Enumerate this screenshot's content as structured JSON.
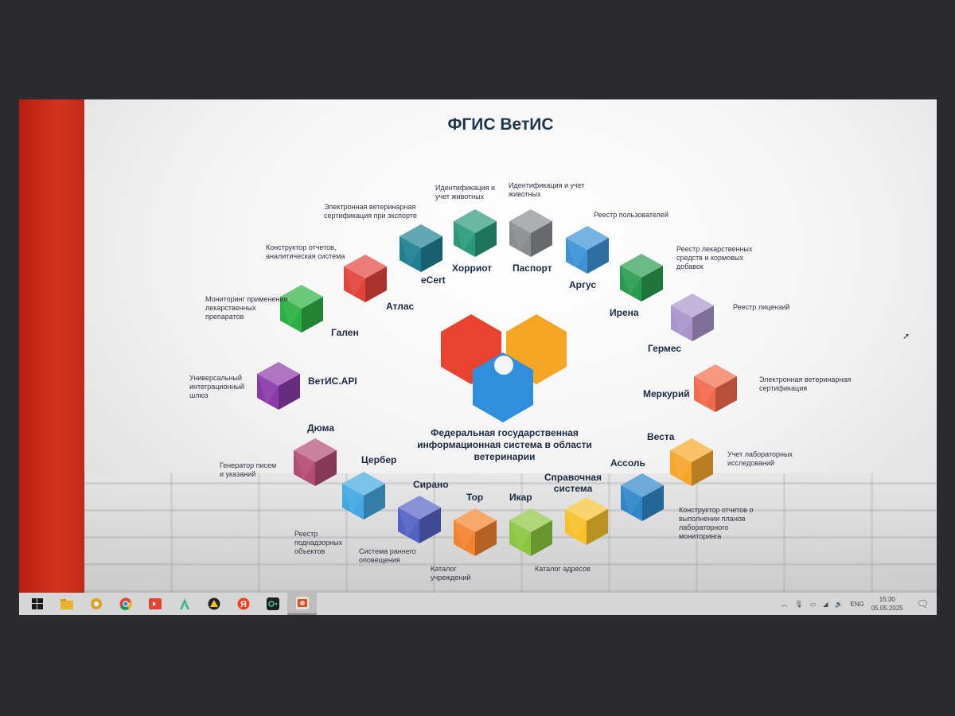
{
  "slide": {
    "title": "ФГИС ВетИС",
    "center_text": "Федеральная государственная информационная система в области ветеринарии",
    "modules": [
      {
        "name": "eCert",
        "desc": "Электронная ветеринарная\nсертификация при экспорте",
        "color": "#1e7f93"
      },
      {
        "name": "Хорриот",
        "desc": "Идентификация и\nучет животных",
        "color": "#2a9a7a"
      },
      {
        "name": "Паспорт",
        "desc": "Идентификация и учет\nживотных",
        "color": "#8a8c90"
      },
      {
        "name": "Аргус",
        "desc": "Реестр пользователей",
        "color": "#3d92d6"
      },
      {
        "name": "Ирена",
        "desc": "Реестр лекарственных\nсредств и кормовых\nдобавок",
        "color": "#2a9c50"
      },
      {
        "name": "Гермес",
        "desc": "Реестр лицензий",
        "color": "#a994cc"
      },
      {
        "name": "Меркурий",
        "desc": "Электронная ветеринарная\nсертификация",
        "color": "#f26a4c"
      },
      {
        "name": "Веста",
        "desc": "Учет лабораторных\nисследований",
        "color": "#f6a62a"
      },
      {
        "name": "Ассоль",
        "desc": "Конструктор отчетов о\nвыполнении планов\nлабораторного\nмониторинга",
        "color": "#2f86c8"
      },
      {
        "name": "Справочная\nсистема",
        "desc": "Каталог адресов",
        "color": "#f7c12a"
      },
      {
        "name": "Икар",
        "desc": "",
        "color": "#8cc63f"
      },
      {
        "name": "Тор",
        "desc": "Каталог\nучреждений",
        "color": "#f2832f"
      },
      {
        "name": "Сирано",
        "desc": "Система раннего\nоповещения",
        "color": "#5262c4"
      },
      {
        "name": "Цербер",
        "desc": "Реестр\nподнадзорных\nобъектов",
        "color": "#42a8e0"
      },
      {
        "name": "Дюма",
        "desc": "Генератор писем\nи указаний",
        "color": "#b24c72"
      },
      {
        "name": "ВетИС.API",
        "desc": "Универсальный\nинтеграционный\nшлюз",
        "color": "#8a3aa8"
      },
      {
        "name": "Гален",
        "desc": "Мониторинг применения\nлекарственных\nпрепаратов",
        "color": "#2bb043"
      },
      {
        "name": "Атлас",
        "desc": "Конструктор отчетов,\nаналитическая система",
        "color": "#e2443c"
      }
    ]
  },
  "taskbar": {
    "apps": [
      "start",
      "file-explorer",
      "app-3",
      "chrome",
      "app-5",
      "app-6",
      "app-7",
      "yandex-browser",
      "app-9",
      "powerpoint"
    ],
    "language": "ENG",
    "time": "15:30",
    "date": "05.05.2025"
  }
}
